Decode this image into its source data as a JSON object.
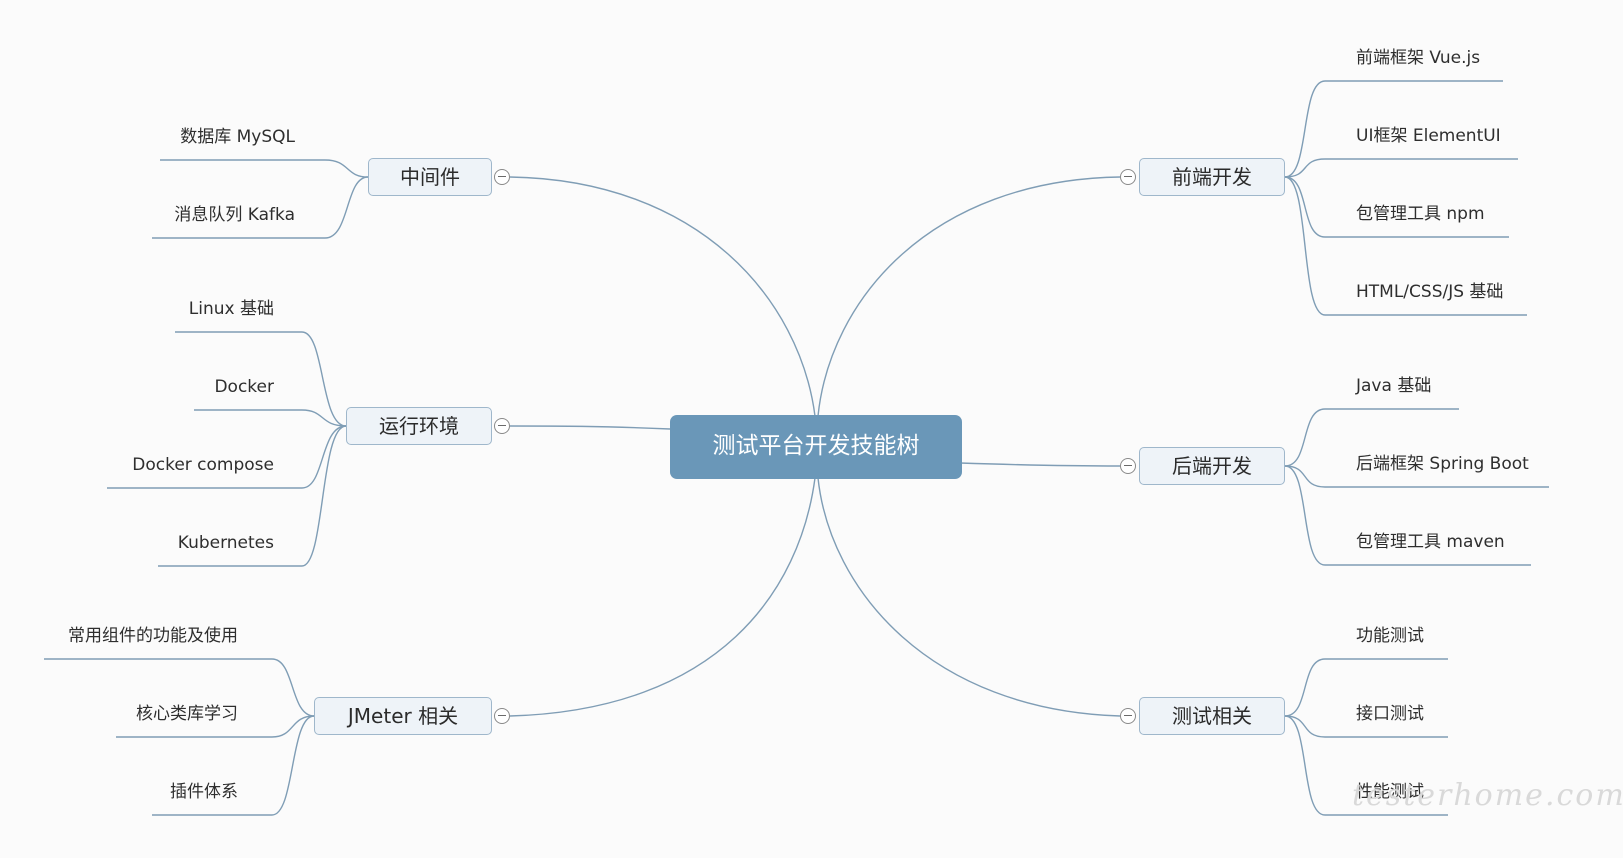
{
  "root": {
    "label": "测试平台开发技能树"
  },
  "branches": {
    "middleware": {
      "label": "中间件",
      "items": [
        "数据库 MySQL",
        "消息队列 Kafka"
      ]
    },
    "runtime": {
      "label": "运行环境",
      "items": [
        "Linux 基础",
        "Docker",
        "Docker compose",
        "Kubernetes"
      ]
    },
    "jmeter": {
      "label": "JMeter 相关",
      "items": [
        "常用组件的功能及使用",
        "核心类库学习",
        "插件体系"
      ]
    },
    "frontend": {
      "label": "前端开发",
      "items": [
        "前端框架 Vue.js",
        "UI框架 ElementUI",
        "包管理工具 npm",
        "HTML/CSS/JS 基础"
      ]
    },
    "backend": {
      "label": "后端开发",
      "items": [
        "Java 基础",
        "后端框架 Spring Boot",
        "包管理工具 maven"
      ]
    },
    "testing": {
      "label": "测试相关",
      "items": [
        "功能测试",
        "接口测试",
        "性能测试"
      ]
    }
  },
  "watermark": "testerhome.com",
  "colors": {
    "root_fill": "#6a97b8",
    "topic_fill": "#eef3f8",
    "line": "#7f9db5"
  }
}
